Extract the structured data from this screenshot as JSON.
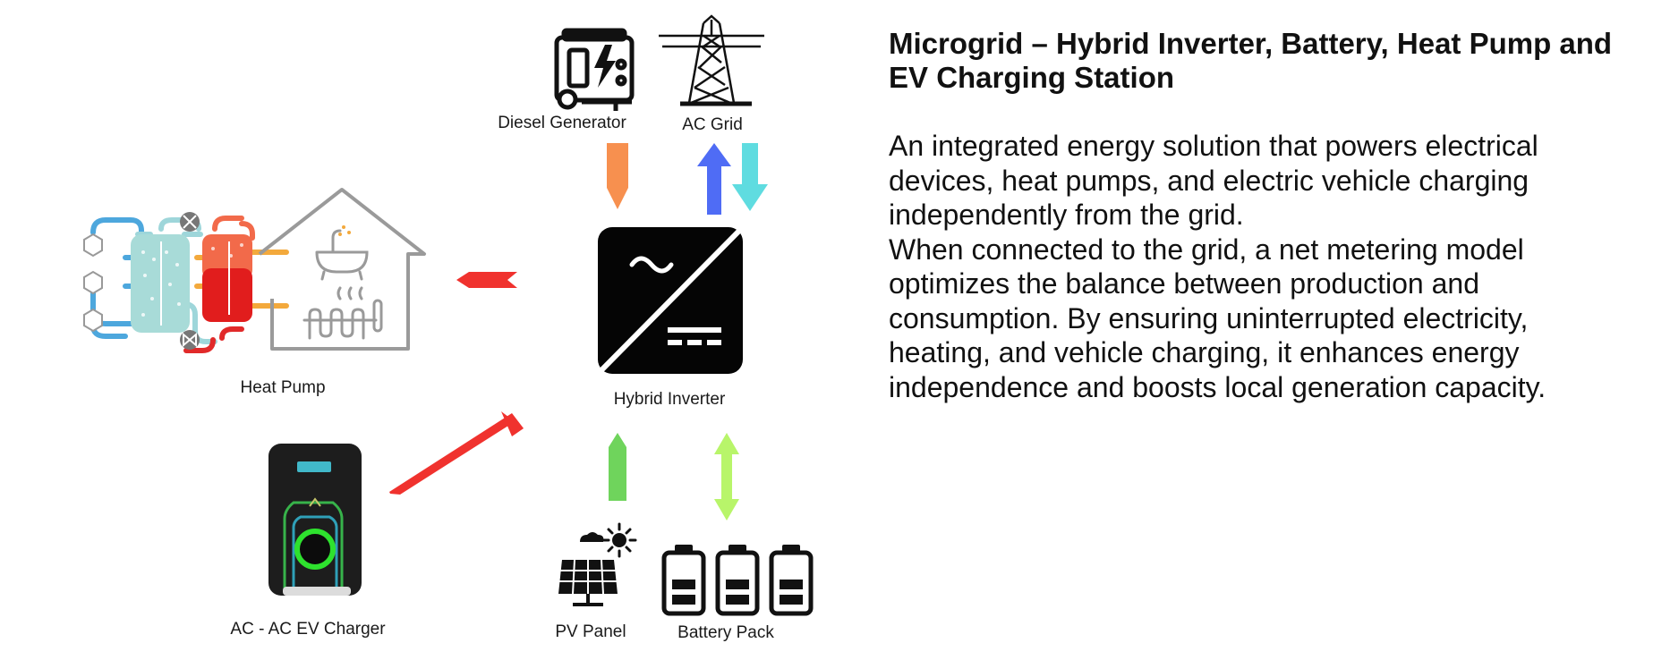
{
  "title": "Microgrid – Hybrid Inverter, Battery, Heat Pump and EV Charging Station",
  "description": [
    "An integrated energy solution that powers electrical devices, heat pumps, and electric vehicle charging independently from the grid.",
    "When connected to the grid, a net metering model optimizes the balance between production and consumption. By ensuring uninterrupted electricity, heating, and vehicle charging, it enhances energy independence and boosts local generation capacity."
  ],
  "nodes": {
    "diesel_generator": "Diesel Generator",
    "ac_grid": "AC Grid",
    "heat_pump": "Heat Pump",
    "hybrid_inverter": "Hybrid Inverter",
    "ev_charger": "AC - AC EV Charger",
    "pv_panel": "PV Panel",
    "battery_pack": "Battery Pack"
  },
  "colors": {
    "diesel_arrow": "#f7904f",
    "grid_export_arrow": "#4f6cf5",
    "grid_import_arrow": "#5fdce0",
    "heat_pump_arrow": "#f0322e",
    "ev_arrow": "#f0322e",
    "pv_arrow": "#6fd45c",
    "battery_arrow": "#b8f56a"
  }
}
